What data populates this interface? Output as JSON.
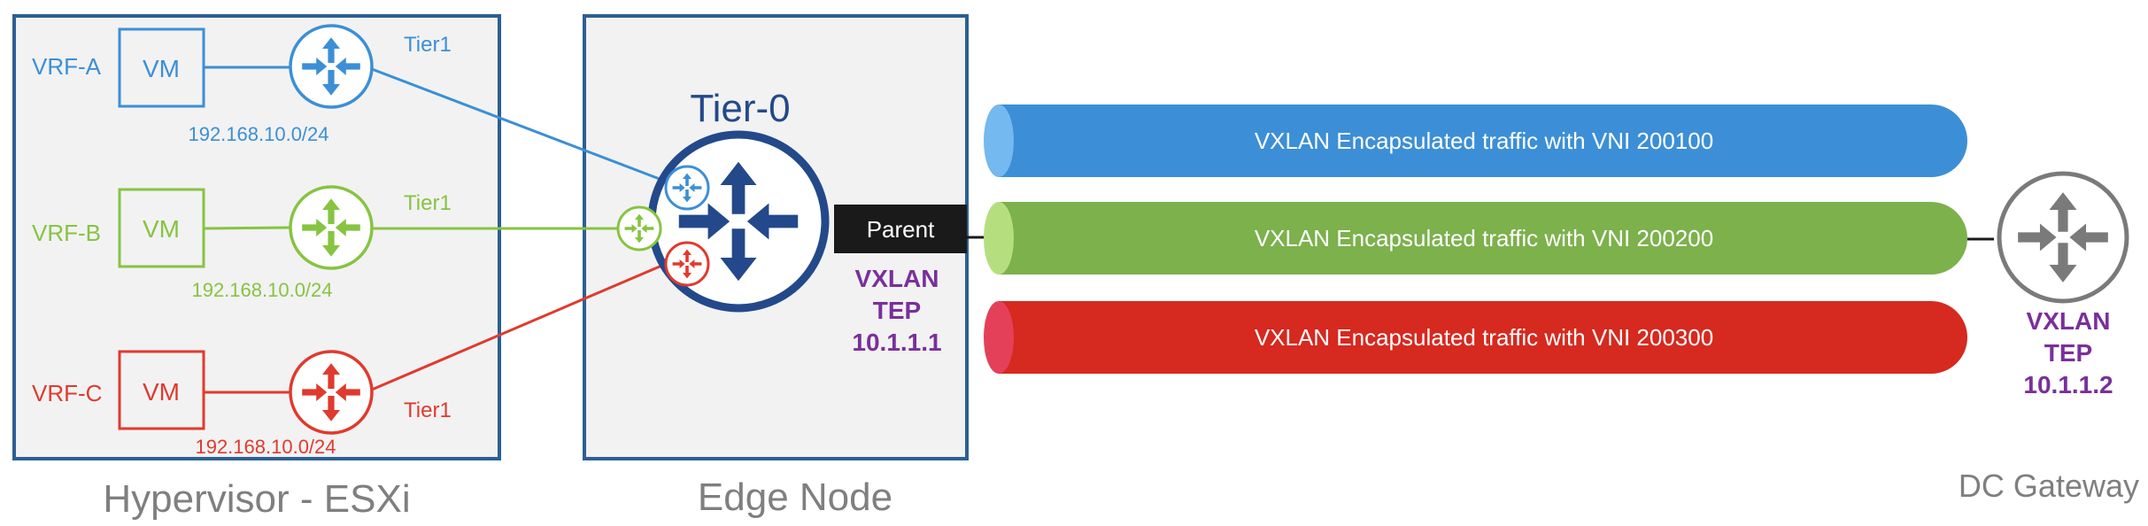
{
  "colors": {
    "blue": "#3b8fd6",
    "green": "#86c441",
    "red": "#e03a2e",
    "navy": "#23498a",
    "box_border": "#2c5f93",
    "box_fill": "#f2f2f2",
    "purple": "#7a2f9b",
    "gray_router": "#7a7a7a",
    "tube_blue": "#3c8fd6",
    "tube_green": "#7cb14c",
    "tube_red": "#d6291f",
    "label_gray": "#7f7f7f"
  },
  "hypervisor": {
    "label": "Hypervisor - ESXi",
    "vrfs": [
      {
        "vrf": "VRF-A",
        "vm": "VM",
        "tier": "Tier1",
        "subnet": "192.168.10.0/24"
      },
      {
        "vrf": "VRF-B",
        "vm": "VM",
        "tier": "Tier1",
        "subnet": "192.168.10.0/24"
      },
      {
        "vrf": "VRF-C",
        "vm": "VM",
        "tier": "Tier1",
        "subnet": "192.168.10.0/24"
      }
    ]
  },
  "edge": {
    "label": "Edge Node",
    "tier0": "Tier-0",
    "parent": "Parent",
    "tep": [
      "VXLAN",
      "TEP",
      "10.1.1.1"
    ]
  },
  "tunnels": [
    "VXLAN Encapsulated traffic with VNI 200100",
    "VXLAN Encapsulated traffic with VNI 200200",
    "VXLAN Encapsulated traffic with VNI 200300"
  ],
  "gateway": {
    "label": "DC Gateway",
    "tep": [
      "VXLAN",
      "TEP",
      "10.1.1.2"
    ]
  },
  "icons": {
    "router": "router-icon",
    "vm": "vm-box"
  }
}
